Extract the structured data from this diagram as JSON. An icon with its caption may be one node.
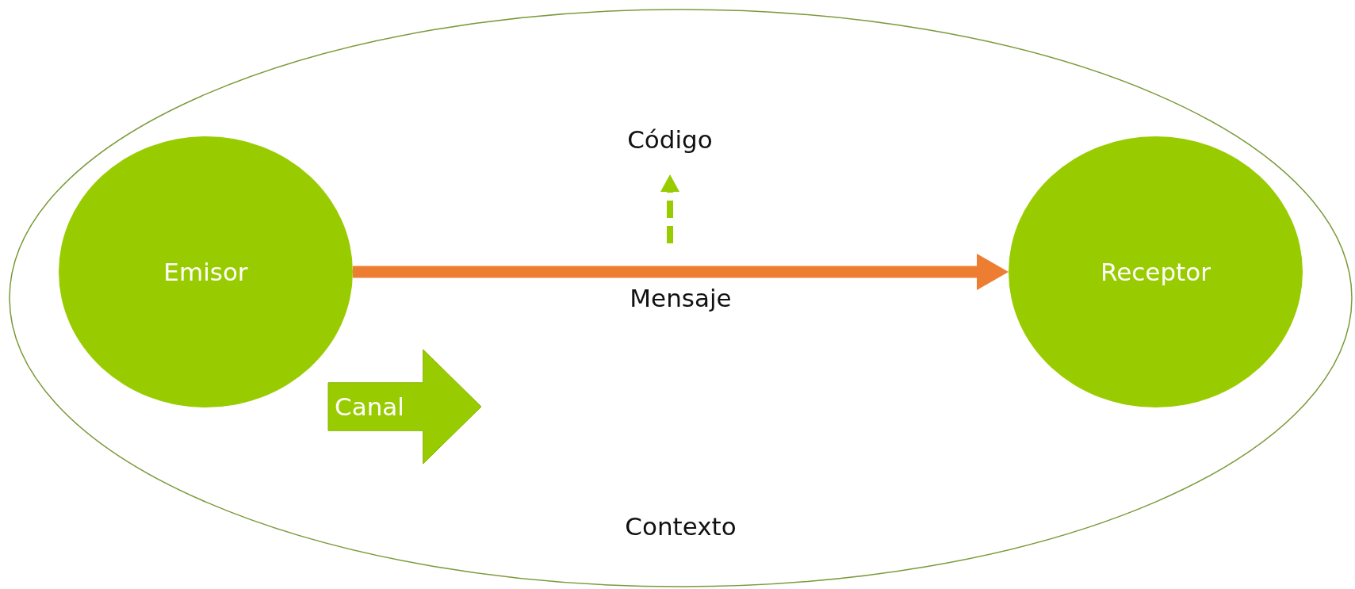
{
  "diagram": {
    "nodes": [
      {
        "text": [
          "Contexto"
        ]
      },
      {
        "text": [
          "Código"
        ],
        "in": 0
      },
      {
        "text": [
          "Emisor"
        ],
        "in": 0
      },
      {
        "text": [
          "Receptor"
        ],
        "in": 0
      },
      {
        "text": [
          "Canal"
        ],
        "in": 0
      }
    ],
    "edges": [
      {
        "from": 2,
        "to": 3,
        "arrow": "to",
        "label": "Mensaje",
        "style": "thick",
        "color": "#ed7d31"
      },
      {
        "from": null,
        "to": 1,
        "arrow": "to",
        "style": "dashed",
        "color": "#99cc00"
      }
    ]
  }
}
